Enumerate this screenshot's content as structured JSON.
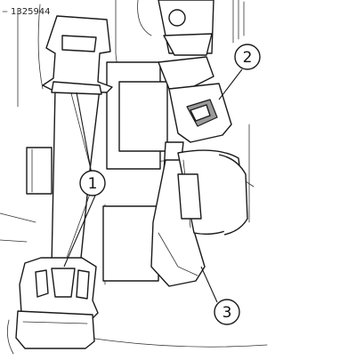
{
  "figure": {
    "reference_number": "1325944",
    "callouts": [
      {
        "label": "1"
      },
      {
        "label": "2"
      },
      {
        "label": "3"
      }
    ]
  }
}
